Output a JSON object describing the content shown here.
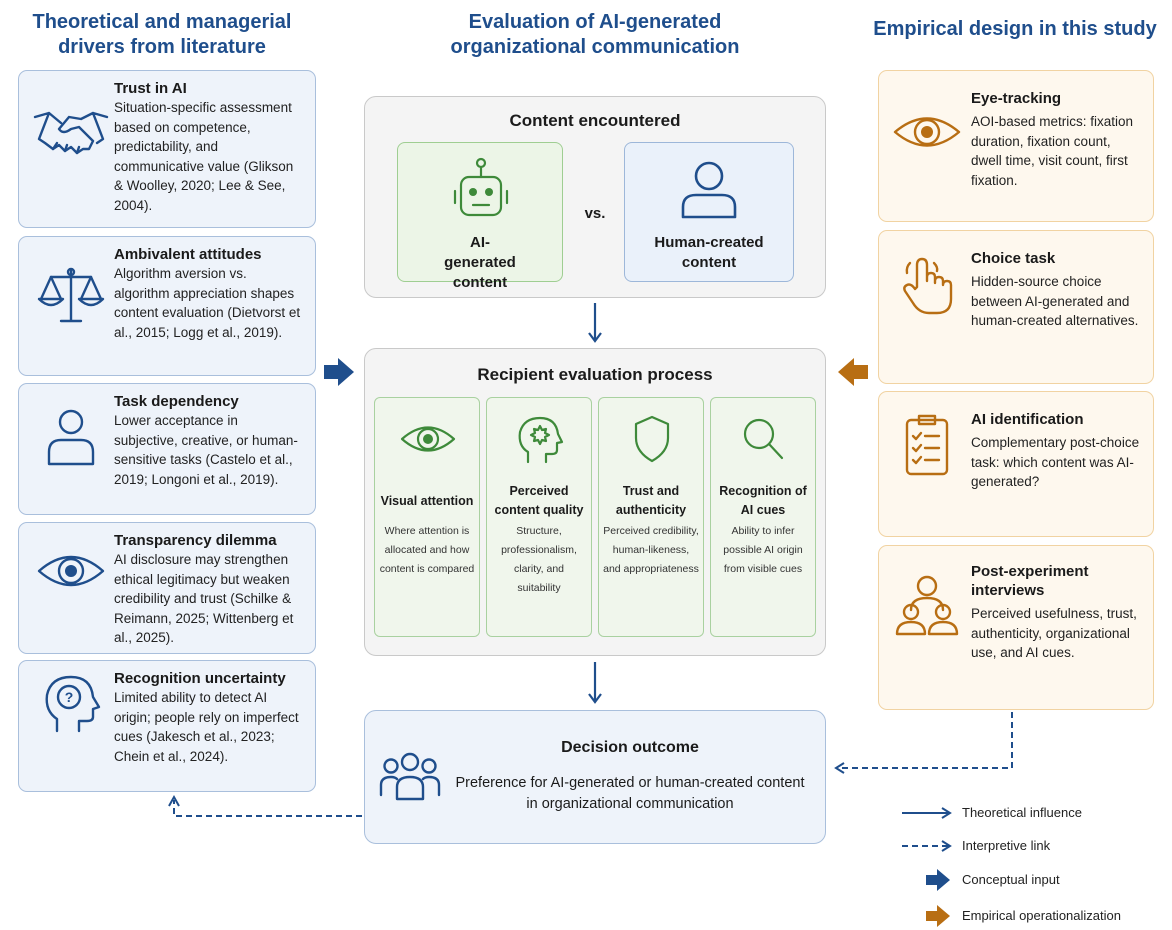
{
  "headers": {
    "left": "Theoretical and managerial drivers from literature",
    "center": "Evaluation of AI-generated organizational communication",
    "right": "Empirical design in this study"
  },
  "drivers": [
    {
      "title": "Trust in AI",
      "body": "Situation-specific assessment based on competence, predictability, and communicative value (Glikson & Woolley, 2020; Lee & See, 2004).",
      "icon": "handshake-icon"
    },
    {
      "title": "Ambivalent attitudes",
      "body": "Algorithm aversion vs. algorithm appreciation shapes content evaluation (Dietvorst et al., 2015; Logg et al., 2019).",
      "icon": "scale-icon"
    },
    {
      "title": "Task dependency",
      "body": "Lower acceptance in subjective, creative, or human-sensitive tasks (Castelo et al., 2019; Longoni et al., 2019).",
      "icon": "person-icon"
    },
    {
      "title": "Transparency dilemma",
      "body": "AI disclosure may strengthen ethical legitimacy but weaken credibility and trust (Schilke & Reimann, 2025; Wittenberg et al., 2025).",
      "icon": "eye-icon"
    },
    {
      "title": "Recognition uncertainty",
      "body": "Limited ability to detect AI origin; people rely on imperfect cues (Jakesch et al., 2023; Chein et al., 2024).",
      "icon": "head-question-icon"
    }
  ],
  "content": {
    "title": "Content encountered",
    "ai_label": "AI-generated content",
    "vs": "vs.",
    "human_label": "Human-created content"
  },
  "process": {
    "title": "Recipient evaluation process",
    "items": [
      {
        "title": "Visual attention",
        "desc": "Where attention is allocated and how content is compared",
        "icon": "eye-icon"
      },
      {
        "title": "Perceived content quality",
        "desc": "Structure, professionalism, clarity, and suitability",
        "icon": "head-gear-icon"
      },
      {
        "title": "Trust and authenticity",
        "desc": "Perceived credibility, human-likeness, and appropriateness",
        "icon": "shield-icon"
      },
      {
        "title": "Recognition of AI cues",
        "desc": "Ability to infer possible AI origin from visible cues",
        "icon": "magnifier-icon"
      }
    ]
  },
  "decision": {
    "title": "Decision outcome",
    "text": "Preference for AI-generated or human-created content in organizational communication"
  },
  "design": [
    {
      "title": "Eye-tracking",
      "body": "AOI-based metrics: fixation duration, fixation count, dwell time, visit count, first fixation.",
      "icon": "eye-icon"
    },
    {
      "title": "Choice task",
      "body": "Hidden-source choice between AI-generated and human-created alternatives.",
      "icon": "pointing-hand-icon"
    },
    {
      "title": "AI identification",
      "body": "Complementary post-choice task: which content was AI-generated?",
      "icon": "checklist-icon"
    },
    {
      "title": "Post-experiment interviews",
      "body": "Perceived usefulness, trust, authenticity, organizational use, and AI cues.",
      "icon": "group-icon"
    }
  ],
  "legend": [
    {
      "label": "Theoretical influence"
    },
    {
      "label": "Interpretive link"
    },
    {
      "label": "Conceptual input"
    },
    {
      "label": "Empirical operationalization"
    }
  ],
  "colors": {
    "navy": "#1f4e8c",
    "orange": "#b86e13",
    "green": "#3e8a3a",
    "left_card_bg": "#eef3fa",
    "right_card_bg": "#fef8ee"
  }
}
